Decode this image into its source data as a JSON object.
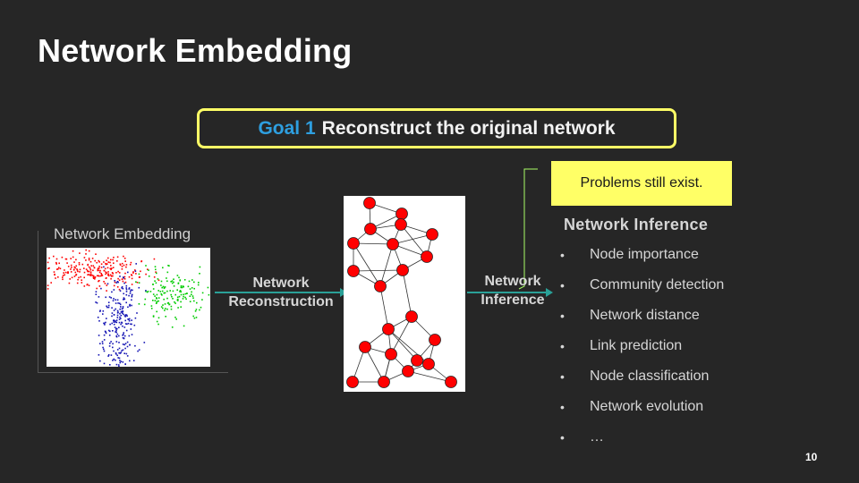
{
  "slide": {
    "title": "Network Embedding",
    "page_number": "10"
  },
  "goal": {
    "number": "Goal 1",
    "text": "Reconstruct the original network"
  },
  "problems": {
    "text": "Problems still exist."
  },
  "embedding": {
    "label": "Network Embedding",
    "cluster_colors": [
      "#ff0000",
      "#00cc00",
      "#1414b4"
    ]
  },
  "reconstruction_arrow": {
    "line1": "Network",
    "line2": "Reconstruction"
  },
  "inference_arrow": {
    "line1": "Network",
    "line2": "Inference"
  },
  "inference": {
    "heading": "Network Inference",
    "items": [
      "Node importance",
      "Community detection",
      "Network distance",
      "Link prediction",
      "Node classification",
      "Network evolution",
      "…"
    ]
  },
  "colors": {
    "background": "#262626",
    "accent_yellow": "#ffff66",
    "goal_blue": "#2e9fe0",
    "arrow_teal": "#2aa198",
    "node_red": "#ff0000"
  }
}
